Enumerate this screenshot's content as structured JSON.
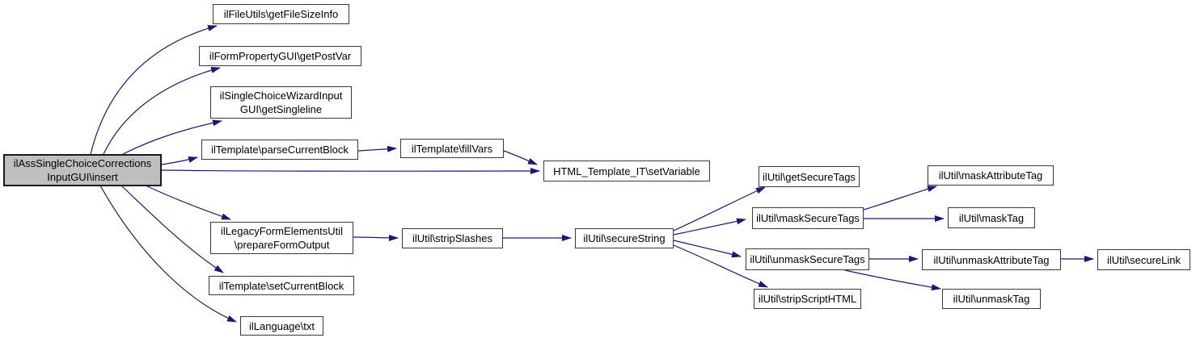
{
  "diagram": {
    "kind": "call-graph",
    "root_function": "ilAssSingleChoiceCorrectionsInputGUI\\insert",
    "nodes": {
      "root": {
        "line1": "ilAssSingleChoiceCorrections",
        "line2": "InputGUI\\insert"
      },
      "getFileSizeInfo": {
        "label": "ilFileUtils\\getFileSizeInfo"
      },
      "getPostVar": {
        "label": "ilFormPropertyGUI\\getPostVar"
      },
      "getSingleline": {
        "line1": "ilSingleChoiceWizardInput",
        "line2": "GUI\\getSingleline"
      },
      "parseCurrentBlock": {
        "label": "ilTemplate\\parseCurrentBlock"
      },
      "fillVars": {
        "label": "ilTemplate\\fillVars"
      },
      "setVariable": {
        "label": "HTML_Template_IT\\setVariable"
      },
      "prepareFormOutput": {
        "line1": "ilLegacyFormElementsUtil",
        "line2": "\\prepareFormOutput"
      },
      "setCurrentBlock": {
        "label": "ilTemplate\\setCurrentBlock"
      },
      "txt": {
        "label": "ilLanguage\\txt"
      },
      "stripSlashes": {
        "label": "ilUtil\\stripSlashes"
      },
      "secureString": {
        "label": "ilUtil\\secureString"
      },
      "getSecureTags": {
        "label": "ilUtil\\getSecureTags"
      },
      "maskSecureTags": {
        "label": "ilUtil\\maskSecureTags"
      },
      "unmaskSecureTags": {
        "label": "ilUtil\\unmaskSecureTags"
      },
      "stripScriptHTML": {
        "label": "ilUtil\\stripScriptHTML"
      },
      "maskAttributeTag": {
        "label": "ilUtil\\maskAttributeTag"
      },
      "maskTag": {
        "label": "ilUtil\\maskTag"
      },
      "unmaskAttributeTag": {
        "label": "ilUtil\\unmaskAttributeTag"
      },
      "secureLink": {
        "label": "ilUtil\\secureLink"
      },
      "unmaskTag": {
        "label": "ilUtil\\unmaskTag"
      }
    },
    "edges": [
      {
        "from": "root",
        "to": "getFileSizeInfo"
      },
      {
        "from": "root",
        "to": "getPostVar"
      },
      {
        "from": "root",
        "to": "getSingleline"
      },
      {
        "from": "root",
        "to": "parseCurrentBlock"
      },
      {
        "from": "root",
        "to": "setVariable"
      },
      {
        "from": "root",
        "to": "prepareFormOutput"
      },
      {
        "from": "root",
        "to": "setCurrentBlock"
      },
      {
        "from": "root",
        "to": "txt"
      },
      {
        "from": "parseCurrentBlock",
        "to": "fillVars"
      },
      {
        "from": "fillVars",
        "to": "setVariable"
      },
      {
        "from": "prepareFormOutput",
        "to": "stripSlashes"
      },
      {
        "from": "stripSlashes",
        "to": "secureString"
      },
      {
        "from": "secureString",
        "to": "getSecureTags"
      },
      {
        "from": "secureString",
        "to": "maskSecureTags"
      },
      {
        "from": "secureString",
        "to": "unmaskSecureTags"
      },
      {
        "from": "secureString",
        "to": "stripScriptHTML"
      },
      {
        "from": "maskSecureTags",
        "to": "maskAttributeTag"
      },
      {
        "from": "maskSecureTags",
        "to": "maskTag"
      },
      {
        "from": "unmaskSecureTags",
        "to": "unmaskAttributeTag"
      },
      {
        "from": "unmaskSecureTags",
        "to": "unmaskTag"
      },
      {
        "from": "unmaskAttributeTag",
        "to": "secureLink"
      }
    ],
    "colors": {
      "edge": "#191970",
      "node_border": "#3a3a3a",
      "root_border": "#1a1a1a",
      "root_fill": "#bfbfbf",
      "node_fill": "#ffffff",
      "text": "#000000"
    }
  }
}
